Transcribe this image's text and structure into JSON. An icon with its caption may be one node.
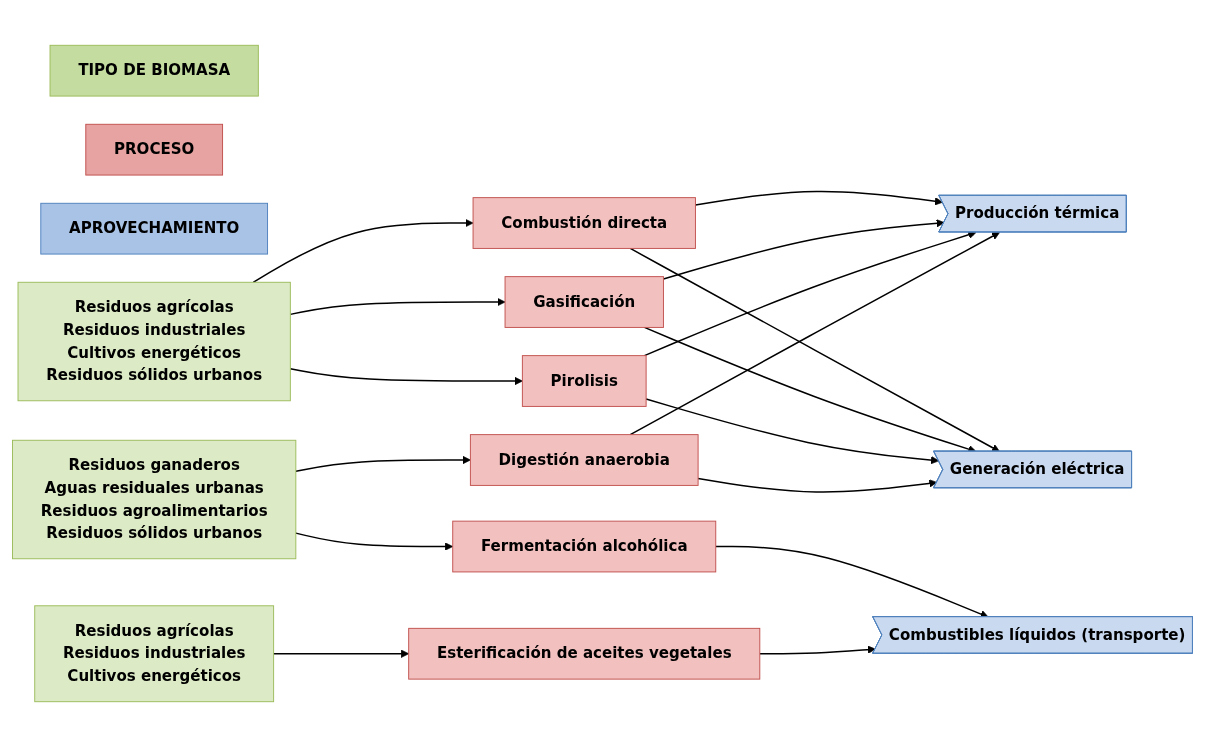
{
  "diagram": {
    "nodes": [
      {
        "text": [
          "TIPO DE BIOMASA"
        ]
      },
      {
        "text": [
          "PROCESO"
        ]
      },
      {
        "text": [
          "APROVECHAMIENTO"
        ]
      },
      {
        "text": [
          "Residuos agrícolas",
          "Residuos industriales",
          "Cultivos energéticos",
          "Residuos sólidos urbanos"
        ]
      },
      {
        "text": [
          "Residuos ganaderos",
          "Aguas residuales urbanas",
          "Residuos agroalimentarios",
          "Residuos sólidos urbanos"
        ]
      },
      {
        "text": [
          "Residuos agrícolas",
          "Residuos industriales",
          "Cultivos energéticos"
        ]
      },
      {
        "text": [
          "Combustión directa"
        ]
      },
      {
        "text": [
          "Gasificación"
        ]
      },
      {
        "text": [
          "Pirolisis"
        ]
      },
      {
        "text": [
          "Digestión anaerobia"
        ]
      },
      {
        "text": [
          "Fermentación alcohólica"
        ]
      },
      {
        "text": [
          "Esterificación de aceites vegetales"
        ]
      },
      {
        "text": [
          "Producción térmica"
        ]
      },
      {
        "text": [
          "Generación eléctrica"
        ]
      },
      {
        "text": [
          "Combustibles líquidos (transporte)"
        ]
      }
    ],
    "edges": [
      {
        "from": 3,
        "to": 6,
        "arrow": "to"
      },
      {
        "from": 3,
        "to": 7,
        "arrow": "to"
      },
      {
        "from": 3,
        "to": 8,
        "arrow": "to"
      },
      {
        "from": 4,
        "to": 9,
        "arrow": "to"
      },
      {
        "from": 4,
        "to": 10,
        "arrow": "to"
      },
      {
        "from": 5,
        "to": 11,
        "arrow": "to"
      },
      {
        "from": 6,
        "to": 12,
        "arrow": "to"
      },
      {
        "from": 7,
        "to": 12,
        "arrow": "to"
      },
      {
        "from": 8,
        "to": 12,
        "arrow": "to"
      },
      {
        "from": 9,
        "to": 12,
        "arrow": "to"
      },
      {
        "from": 6,
        "to": 13,
        "arrow": "to"
      },
      {
        "from": 7,
        "to": 13,
        "arrow": "to"
      },
      {
        "from": 8,
        "to": 13,
        "arrow": "to"
      },
      {
        "from": 9,
        "to": 13,
        "arrow": "to"
      },
      {
        "from": 10,
        "to": 14,
        "arrow": "to"
      },
      {
        "from": 11,
        "to": 14,
        "arrow": "to"
      }
    ]
  }
}
